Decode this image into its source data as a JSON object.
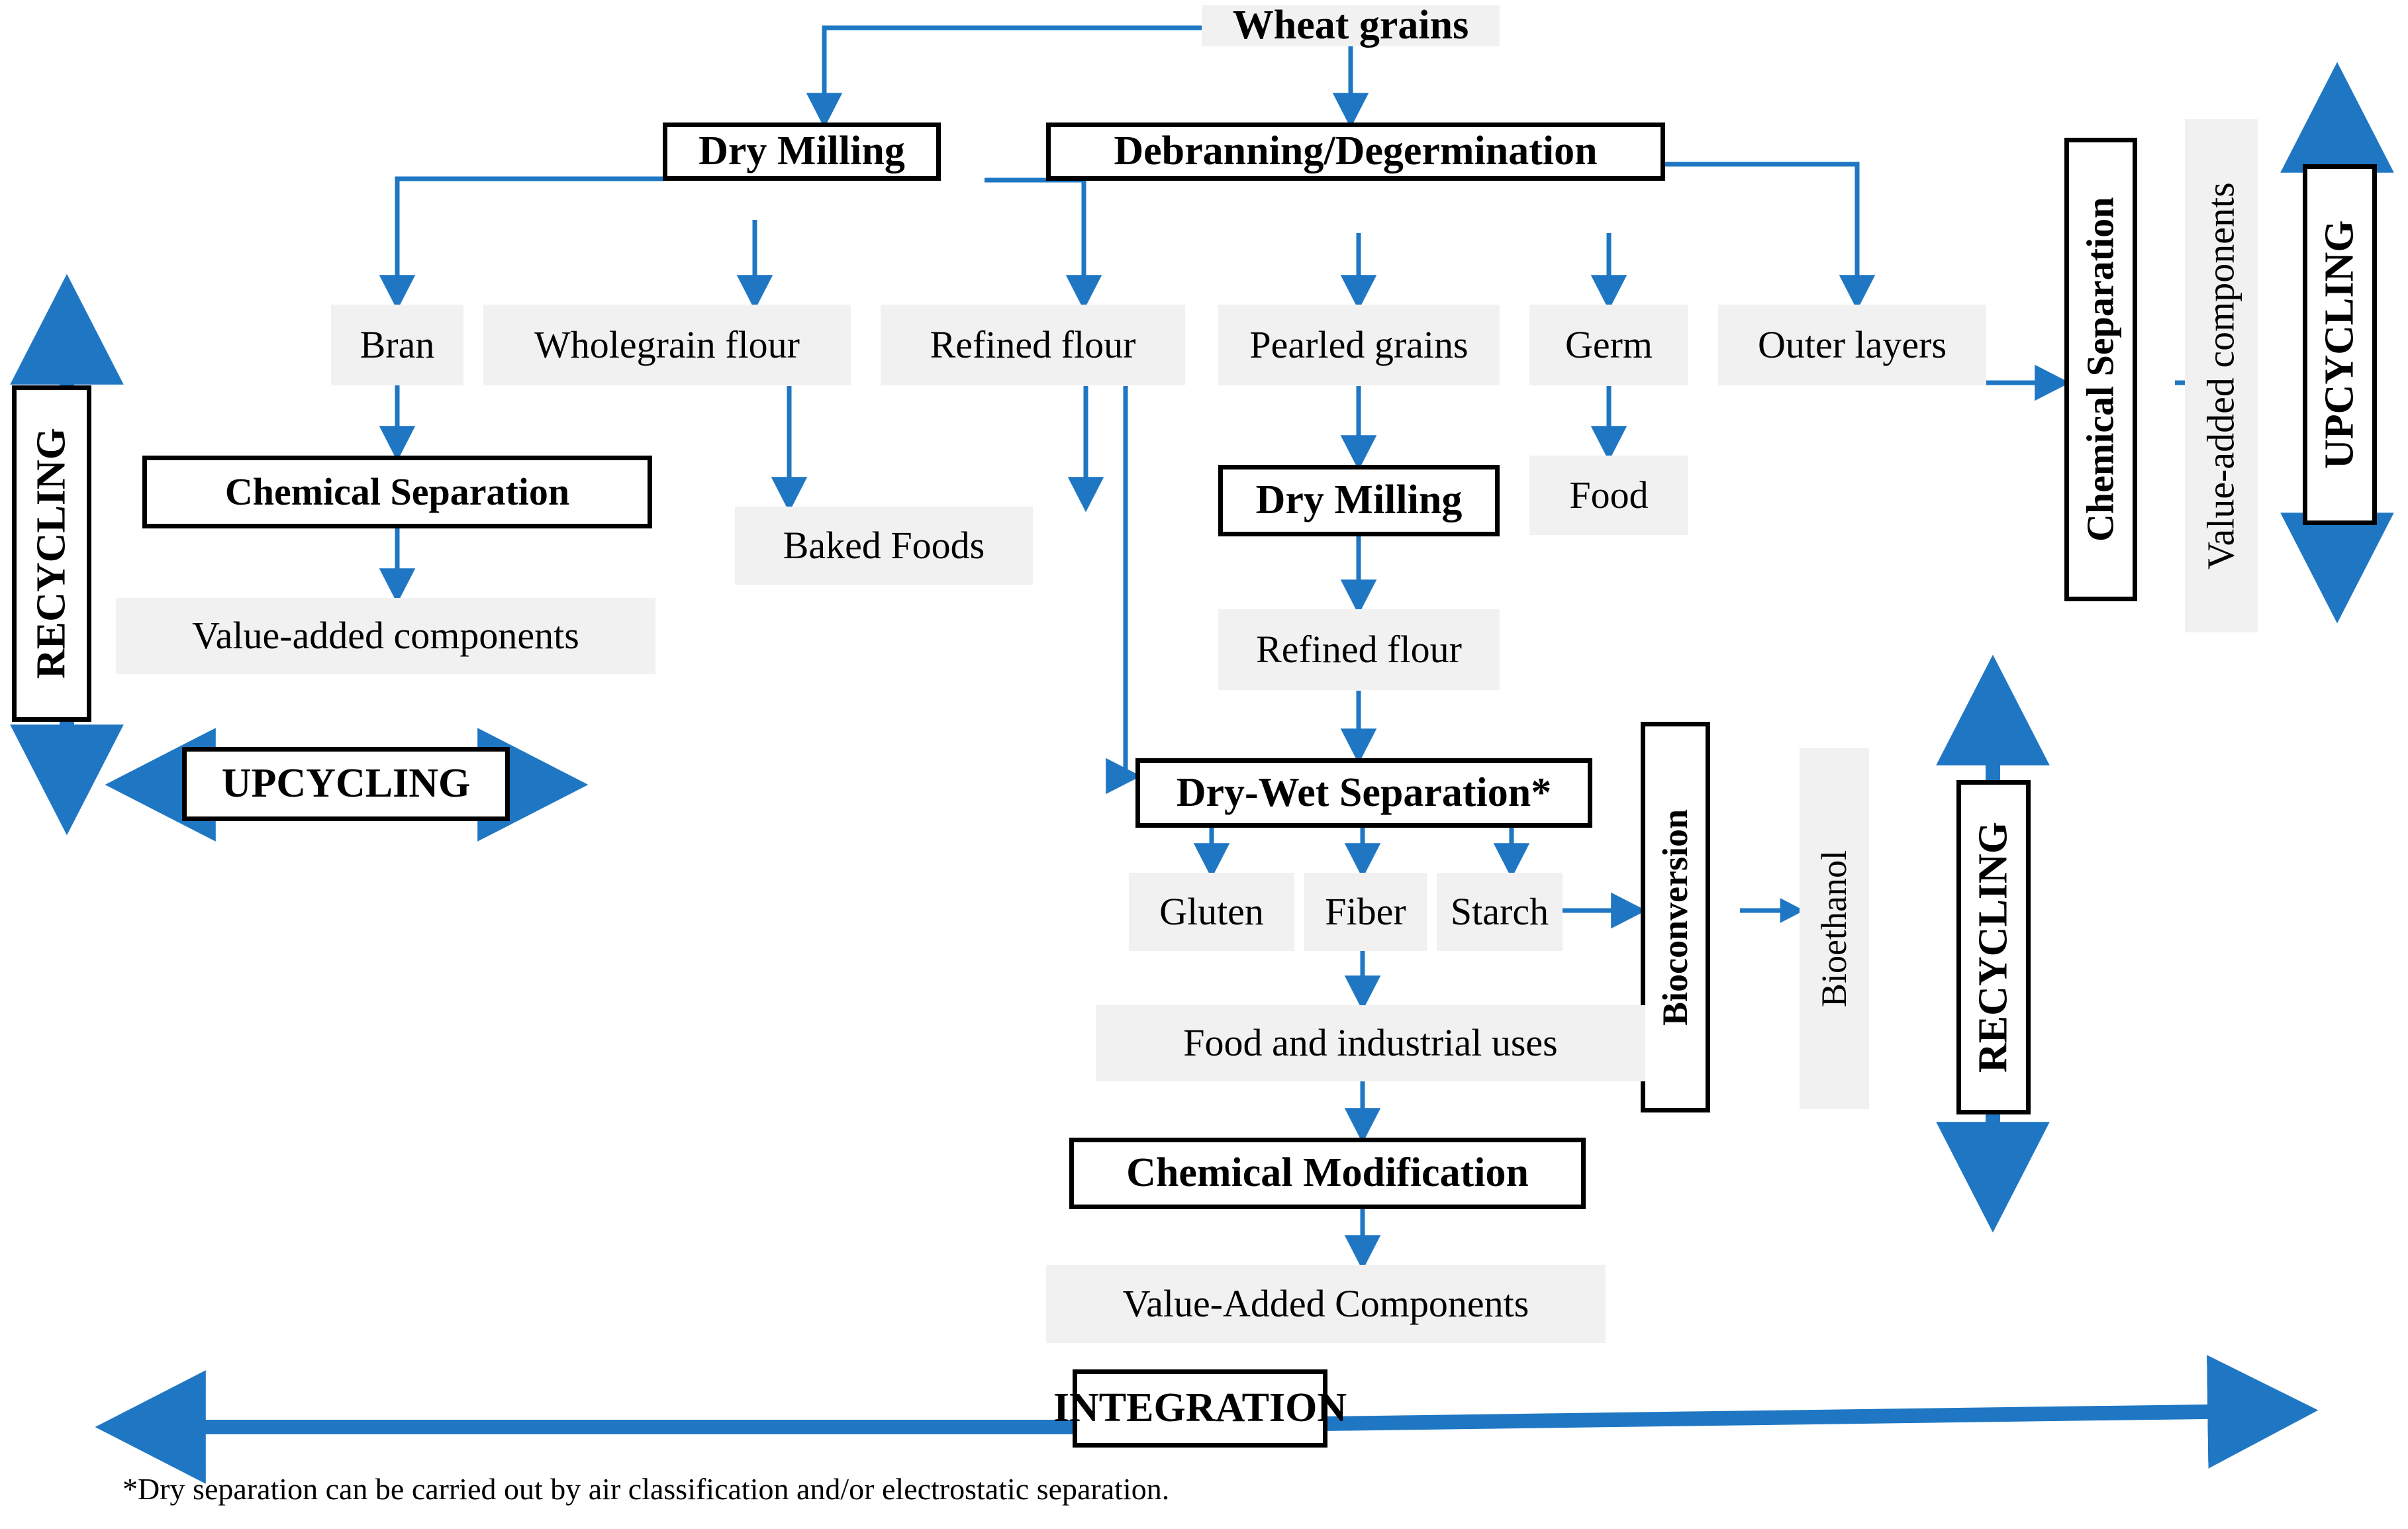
{
  "figure": {
    "title": "Wheat grain biorefinery / valorisation flow diagram",
    "accent_color": "#1f77c4",
    "node_fill": "#f1f1f1",
    "process_border": "#000000",
    "footnote": "*Dry separation can be carried out by air classification and/or electrostatic separation."
  },
  "nodes": {
    "wheat_grains": "Wheat grains",
    "dry_milling_1": "Dry Milling",
    "debranning": "Debranning/Degermination",
    "bran": "Bran",
    "wholegrain_flour": "Wholegrain flour",
    "refined_flour_1": "Refined flour",
    "pearled_grains": "Pearled grains",
    "germ": "Germ",
    "outer_layers": "Outer layers",
    "chem_sep_left": "Chemical Separation",
    "value_added_left": "Value-added components",
    "baked_foods": "Baked Foods",
    "dry_milling_2": "Dry Milling",
    "food": "Food",
    "refined_flour_2": "Refined flour",
    "chem_sep_right": "Chemical Separation",
    "value_added_right": "Value-added components",
    "dry_wet_separation": "Dry-Wet Separation*",
    "gluten": "Gluten",
    "fiber": "Fiber",
    "starch": "Starch",
    "bioconversion": "Bioconversion",
    "bioethanol": "Bioethanol",
    "food_industrial_uses": "Food and industrial uses",
    "chemical_modification": "Chemical Modification",
    "value_added_components": "Value-Added Components"
  },
  "strategies": {
    "recycling_left": "RECYCLING",
    "upcycling_left": "UPCYCLING",
    "upcycling_right": "UPCYCLING",
    "recycling_right": "RECYCLING",
    "integration": "INTEGRATION"
  },
  "chart_data": {
    "type": "diagram",
    "diagram_kind": "process-flowchart",
    "title": "Wheat grain processing and valorisation routes",
    "node_classes": {
      "material": [
        "Wheat grains",
        "Bran",
        "Wholegrain flour",
        "Refined flour",
        "Pearled grains",
        "Germ",
        "Outer layers",
        "Value-added components",
        "Baked Foods",
        "Food",
        "Gluten",
        "Fiber",
        "Starch",
        "Bioethanol",
        "Food and industrial uses",
        "Value-Added Components"
      ],
      "process": [
        "Dry Milling",
        "Debranning/Degermination",
        "Chemical Separation",
        "Dry-Wet Separation*",
        "Bioconversion",
        "Chemical Modification"
      ],
      "strategy": [
        "RECYCLING",
        "UPCYCLING",
        "INTEGRATION"
      ]
    },
    "edges": [
      {
        "from": "Wheat grains",
        "to": "Dry Milling"
      },
      {
        "from": "Wheat grains",
        "to": "Debranning/Degermination"
      },
      {
        "from": "Dry Milling",
        "to": "Bran"
      },
      {
        "from": "Dry Milling",
        "to": "Wholegrain flour"
      },
      {
        "from": "Dry Milling",
        "to": "Refined flour"
      },
      {
        "from": "Bran",
        "to": "Chemical Separation"
      },
      {
        "from": "Chemical Separation",
        "to": "Value-added components"
      },
      {
        "from": "Wholegrain flour",
        "to": "Baked Foods"
      },
      {
        "from": "Refined flour",
        "to": "Baked Foods"
      },
      {
        "from": "Refined flour",
        "to": "Dry-Wet Separation*"
      },
      {
        "from": "Debranning/Degermination",
        "to": "Pearled grains"
      },
      {
        "from": "Debranning/Degermination",
        "to": "Germ"
      },
      {
        "from": "Debranning/Degermination",
        "to": "Outer layers"
      },
      {
        "from": "Pearled grains",
        "to": "Dry Milling"
      },
      {
        "from": "Dry Milling",
        "to": "Refined flour"
      },
      {
        "from": "Refined flour",
        "to": "Dry-Wet Separation*"
      },
      {
        "from": "Germ",
        "to": "Food"
      },
      {
        "from": "Outer layers",
        "to": "Chemical Separation"
      },
      {
        "from": "Chemical Separation",
        "to": "Value-added components"
      },
      {
        "from": "Dry-Wet Separation*",
        "to": "Gluten"
      },
      {
        "from": "Dry-Wet Separation*",
        "to": "Fiber"
      },
      {
        "from": "Dry-Wet Separation*",
        "to": "Starch"
      },
      {
        "from": "Fiber",
        "to": "Food and industrial uses"
      },
      {
        "from": "Starch",
        "to": "Bioconversion"
      },
      {
        "from": "Bioconversion",
        "to": "Bioethanol"
      },
      {
        "from": "Food and industrial uses",
        "to": "Chemical Modification"
      },
      {
        "from": "Chemical Modification",
        "to": "Value-Added Components"
      }
    ]
  }
}
